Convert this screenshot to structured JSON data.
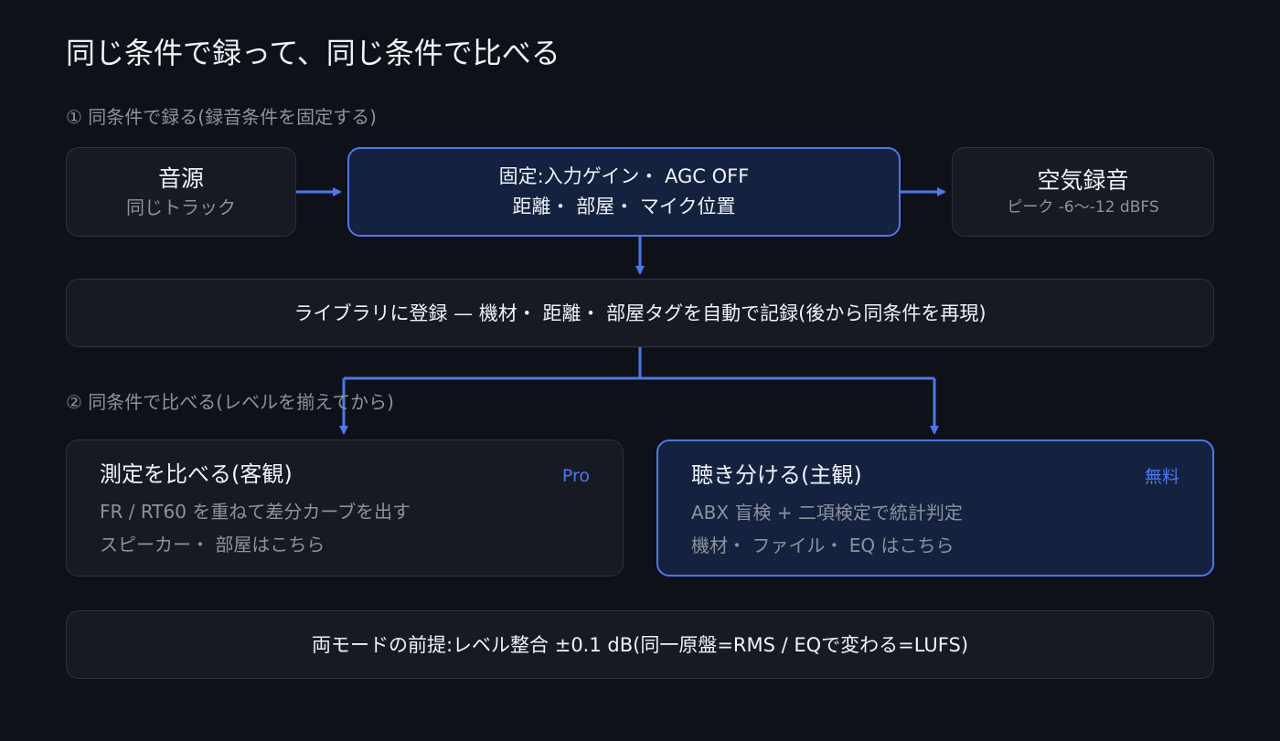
{
  "title": "同じ条件で録って、同じ条件で比べる",
  "section1": "① 同条件で録る(録音条件を固定する)",
  "section2": "② 同条件で比べる(レベルを揃えてから)",
  "source": {
    "title": "音源",
    "sub": "同じトラック"
  },
  "fixed": {
    "line1": "固定:入力ゲイン・ AGC OFF",
    "line2": "距離・ 部屋・ マイク位置"
  },
  "air": {
    "title": "空気録音",
    "sub": "ピーク -6〜-12 dBFS"
  },
  "library": {
    "text": "ライブラリに登録 — 機材・ 距離・ 部屋タグを自動で記録(後から同条件を再現)"
  },
  "measure_card": {
    "title": "測定を比べる(客観)",
    "badge": "Pro",
    "line1": "FR / RT60 を重ねて差分カーブを出す",
    "line2": "スピーカー・ 部屋はこちら"
  },
  "listen_card": {
    "title": "聴き分ける(主観)",
    "badge": "無料",
    "line1": "ABX 盲検 + 二項検定で統計判定",
    "line2": "機材・ ファイル・ EQ はこちら"
  },
  "premise": {
    "text": "両モードの前提:レベル整合 ±0.1 dB(同一原盤=RMS / EQで変わる=LUFS)"
  },
  "colors": {
    "background": "#0f1118",
    "accent": "#4a78f0",
    "highlight_box": "#14213f",
    "box": "#171a22",
    "muted_text": "#8d929c"
  }
}
